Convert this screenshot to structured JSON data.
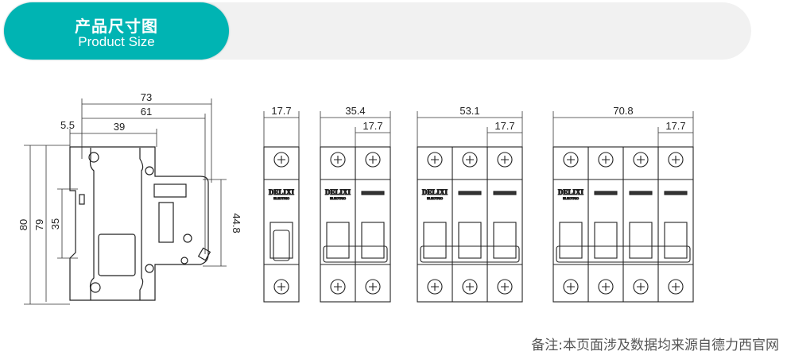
{
  "header": {
    "title_cn": "产品尺寸图",
    "title_en": "Product Size",
    "accent": "#00b4b3"
  },
  "side_view": {
    "dims": {
      "total_depth": "73",
      "depth_61": "61",
      "depth_39": "39",
      "offset": "5.5",
      "height_80": "80",
      "height_79": "79",
      "rail_35": "35",
      "handle_44_8": "44.8"
    }
  },
  "front_views": [
    {
      "poles": 1,
      "total_width": "17.7",
      "pole_width": ""
    },
    {
      "poles": 2,
      "total_width": "35.4",
      "pole_width": "17.7"
    },
    {
      "poles": 3,
      "total_width": "53.1",
      "pole_width": "17.7"
    },
    {
      "poles": 4,
      "total_width": "70.8",
      "pole_width": "17.7"
    }
  ],
  "brand": {
    "logo": "DELIXI",
    "sub": "ELECTRIC"
  },
  "footnote": "备注:本页面涉及数据均来源自德力西官网"
}
